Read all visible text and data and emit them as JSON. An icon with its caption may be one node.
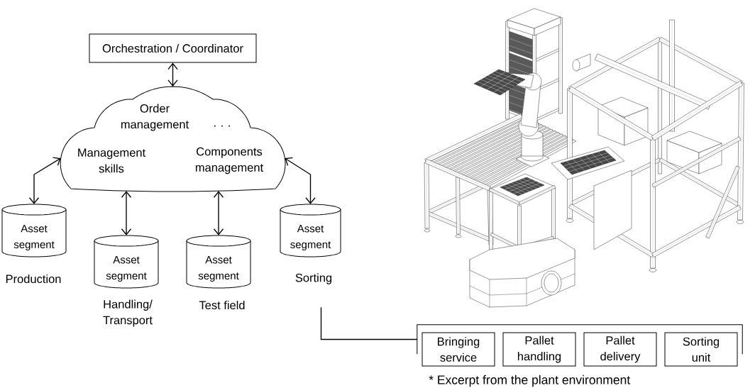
{
  "diagram": {
    "nodes": [
      {
        "text": [
          "Orchestration / Coordinator"
        ]
      },
      {
        "text": [
          "Order management",
          "· · ·",
          "Management skills",
          "Components management"
        ]
      },
      {
        "text": [
          "Asset segment"
        ],
        "beside": [
          "Production"
        ]
      },
      {
        "text": [
          "Asset segment"
        ],
        "beside": [
          "Handling/ Transport"
        ]
      },
      {
        "text": [
          "Asset segment"
        ],
        "beside": [
          "Test field"
        ]
      },
      {
        "text": [
          "Asset segment"
        ],
        "beside": [
          "Sorting"
        ]
      },
      {
        "text": [],
        "shape": "bracket"
      },
      {
        "text": [
          "Bringing service"
        ]
      },
      {
        "text": [
          "Pallet handling"
        ]
      },
      {
        "text": [
          "Pallet delivery"
        ]
      },
      {
        "text": [
          "Sorting unit"
        ]
      }
    ],
    "edges": [
      {
        "from": 0,
        "to": 1,
        "arrow": "both"
      },
      {
        "from": 1,
        "to": 2,
        "arrow": "both"
      },
      {
        "from": 1,
        "to": 3,
        "arrow": "both"
      },
      {
        "from": 1,
        "to": 4,
        "arrow": "both"
      },
      {
        "from": 1,
        "to": 5,
        "arrow": "both"
      },
      {
        "from": 5,
        "to": 6,
        "arrow": "none"
      }
    ],
    "labels": [
      "* Excerpt from the plant environment"
    ]
  }
}
